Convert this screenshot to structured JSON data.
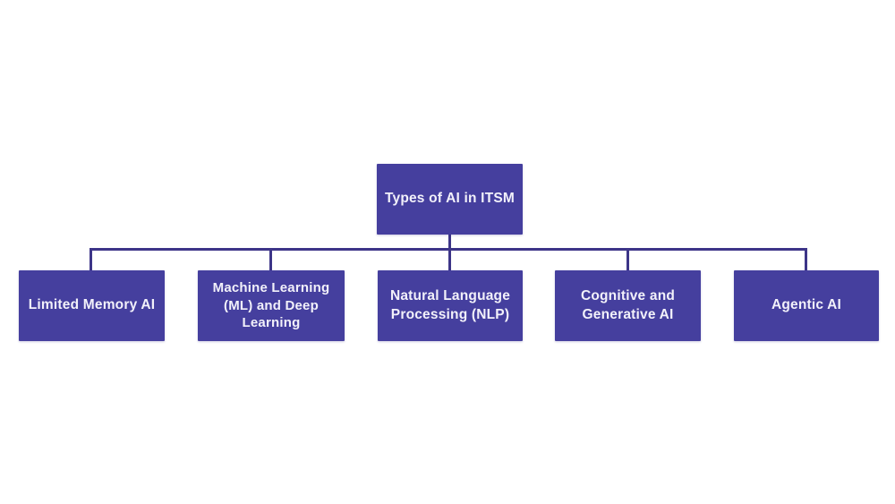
{
  "diagram": {
    "type": "org-chart-tree",
    "background_color": "#FFFFFF",
    "node_fill_color": "#453F9E",
    "node_text_color": "#F2F1FA",
    "connector_color": "#3D3588",
    "root": {
      "label": "Types of AI in ITSM"
    },
    "children": [
      {
        "label": "Limited Memory AI"
      },
      {
        "label": "Machine Learning (ML) and Deep Learning"
      },
      {
        "label": "Natural Language Processing (NLP)"
      },
      {
        "label": "Cognitive and Generative AI"
      },
      {
        "label": "Agentic AI"
      }
    ]
  }
}
